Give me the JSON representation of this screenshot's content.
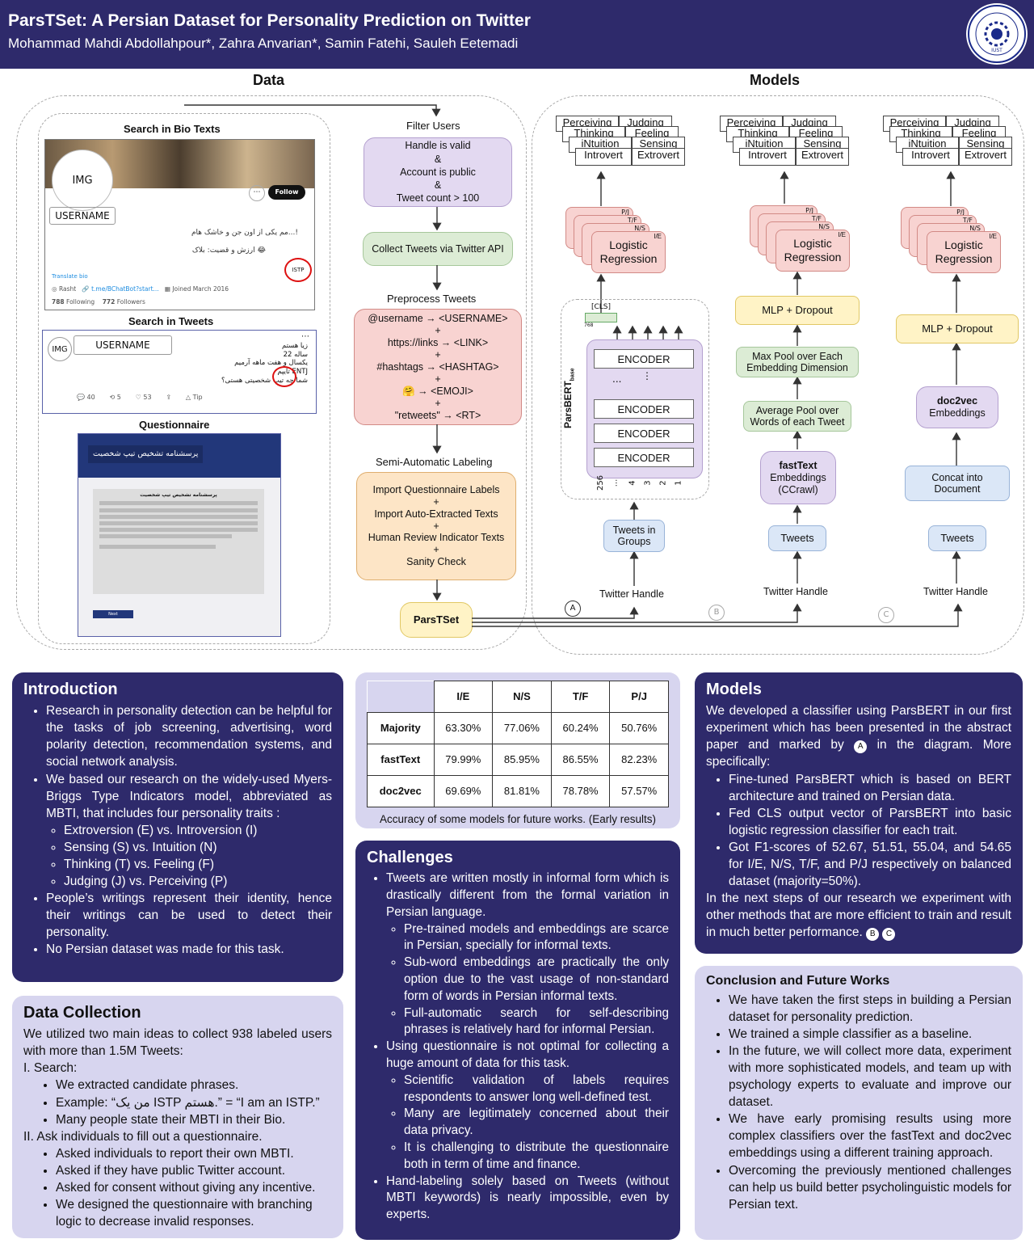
{
  "header": {
    "title": "ParsTSet: A Persian Dataset for Personality Prediction on Twitter",
    "authors": "Mohammad Mahdi Abdollahpour*, Zahra Anvarian*, Samin Fatehi, Sauleh Eetemadi",
    "logo_text": "IUST"
  },
  "diagram": {
    "data_title": "Data",
    "models_title": "Models",
    "search_bio": {
      "title": "Search in Bio Texts",
      "img": "IMG",
      "username": "USERNAME",
      "follow": "Follow",
      "bio_line1": "مم یکی از اون جن و خاشک هام...!",
      "bio_line2": "ارزش و قضیت: بلاک 😂",
      "istp": "ISTP",
      "translate": "Translate bio",
      "location": "Rasht",
      "link": "t.me/BChatBot?start...",
      "joined": "Joined March 2016",
      "following": "788",
      "following_label": "Following",
      "followers": "772",
      "followers_label": "Followers"
    },
    "search_tweets": {
      "title": "Search in Tweets",
      "img": "IMG",
      "username": "USERNAME",
      "line1": "زیا هستم",
      "line2": "22 ساله",
      "line3": "یکسال و هفت ماهه آرمیم",
      "line4": "تایپم ENTJ",
      "line5": "شما چه تیپ شخصیتی هستی؟",
      "entj": "ENTJ",
      "replies": "40",
      "retweets": "5",
      "likes": "53",
      "tip": "Tip"
    },
    "questionnaire": {
      "title": "Questionnaire",
      "header_text": "پرسشنامه تشخیص تیپ شخصیت",
      "inner_title": "پرسشنامه تشخیص تیپ شخصیت",
      "button": "Next"
    },
    "filter_users_title": "Filter Users",
    "filter_box": [
      "Handle is valid",
      "&",
      "Account is public",
      "&",
      "Tweet count > 100"
    ],
    "collect_box": "Collect Tweets via Twitter API",
    "preprocess_title": "Preprocess Tweets",
    "preprocess_box": [
      "@username → <USERNAME>",
      "+",
      "https://links → <LINK>",
      "+",
      "#hashtags → <HASHTAG>",
      "+",
      "🤗 → <EMOJI>",
      "+",
      "\"retweets\" → <RT>"
    ],
    "labeling_title": "Semi-Automatic Labeling",
    "labeling_box": [
      "Import Questionnaire Labels",
      "+",
      "Import Auto-Extracted Texts",
      "+",
      "Human Review Indicator Texts",
      "+",
      "Sanity Check"
    ],
    "parstset": "ParsTSet",
    "traits_back": [
      "Perceiving",
      "Judging",
      "Thinking",
      "Feeling",
      "iNtuition",
      "Sensing"
    ],
    "traits_front": [
      "Introvert",
      "Extrovert"
    ],
    "lr_labels": [
      "P/J",
      "T/F",
      "N/S",
      "I/E"
    ],
    "lr_text": [
      "Logistic",
      "Regression"
    ],
    "model_a": {
      "cls": "[CLS]",
      "dim": "768",
      "parsbert": "ParsBERT",
      "base": "base",
      "encoder": "ENCODER",
      "dots": "...",
      "positions": [
        "256",
        "...",
        "4",
        "3",
        "2",
        "1"
      ],
      "tweets_groups": [
        "Tweets in",
        "Groups"
      ],
      "handle": "Twitter Handle",
      "marker": "A"
    },
    "model_b": {
      "mlp": "MLP + Dropout",
      "maxpool": [
        "Max Pool over Each",
        "Embedding Dimension"
      ],
      "avgpool": [
        "Average Pool over",
        "Words of each Tweet"
      ],
      "fasttext": [
        "fastText",
        "Embeddings",
        "(CCrawl)"
      ],
      "tweets": "Tweets",
      "handle": "Twitter Handle",
      "marker": "B"
    },
    "model_c": {
      "mlp": "MLP + Dropout",
      "doc2vec": [
        "doc2vec",
        "Embeddings"
      ],
      "concat": [
        "Concat into",
        "Document"
      ],
      "tweets": "Tweets",
      "handle": "Twitter Handle",
      "marker": "C"
    }
  },
  "introduction": {
    "title": "Introduction",
    "b1": "Research in personality detection can be helpful for the tasks of job screening, advertising, word polarity detection, recommendation systems, and social network analysis.",
    "b2": "We based our research on the widely-used Myers-Briggs Type Indicators model, abbreviated as MBTI, that includes four personality traits :",
    "traits": [
      "Extroversion (E) vs. Introversion (I)",
      "Sensing (S) vs. Intuition (N)",
      "Thinking (T) vs. Feeling (F)",
      "Judging (J) vs. Perceiving (P)"
    ],
    "b3": "People’s writings represent their identity, hence their writings can be used to detect their personality.",
    "b4": "No Persian dataset was made for this task."
  },
  "data_collection": {
    "title": "Data Collection",
    "intro": "We utilized two main ideas to collect 938 labeled users with more than 1.5M Tweets:",
    "i_label": "I.  Search:",
    "i_items": [
      "We extracted candidate phrases.",
      "Example: “من یک ISTP هستم.” = “I am an ISTP.”",
      "Many people state their MBTI in their Bio."
    ],
    "ii_label": "II. Ask individuals to fill out a questionnaire.",
    "ii_items": [
      "Asked individuals to report their own MBTI.",
      "Asked if they have public Twitter account.",
      "Asked for consent without giving any incentive.",
      "We designed the questionnaire with branching logic to decrease invalid responses."
    ]
  },
  "results_table": {
    "headers": [
      "",
      "I/E",
      "N/S",
      "T/F",
      "P/J"
    ],
    "rows": [
      [
        "Majority",
        "63.30%",
        "77.06%",
        "60.24%",
        "50.76%"
      ],
      [
        "fastText",
        "79.99%",
        "85.95%",
        "86.55%",
        "82.23%"
      ],
      [
        "doc2vec",
        "69.69%",
        "81.81%",
        "78.78%",
        "57.57%"
      ]
    ],
    "caption": "Accuracy of some models for future works. (Early results)"
  },
  "challenges": {
    "title": "Challenges",
    "b1": "Tweets are written mostly in informal form which is drastically different from the formal variation in Persian language.",
    "b1_sub": [
      "Pre-trained models and embeddings are scarce in Persian, specially for informal texts.",
      "Sub-word embeddings are practically the only option due to the vast usage of non-standard form of words in Persian informal texts.",
      "Full-automatic search for self-describing phrases is relatively hard for informal Persian."
    ],
    "b2": "Using questionnaire is not optimal for collecting a huge amount of data for this task.",
    "b2_sub": [
      "Scientific validation of labels requires respondents to answer long well-defined test.",
      "Many are legitimately concerned about their data privacy.",
      "It is challenging to distribute the questionnaire both in term of time and finance."
    ],
    "b3": "Hand-labeling solely based on Tweets (without MBTI keywords) is nearly impossible, even by experts."
  },
  "models_card": {
    "title": "Models",
    "intro_a": "We developed a classifier using ParsBERT in our first experiment which has been presented in the abstract paper and marked by",
    "intro_b": "in the diagram. More specifically:",
    "marker_a": "A",
    "items": [
      "Fine-tuned ParsBERT which is based on BERT architecture and trained on Persian data.",
      "Fed CLS output vector of ParsBERT into basic logistic regression classifier for each trait.",
      "Got F1-scores of 52.67, 51.51, 55.04, and 54.65 for I/E, N/S, T/F, and P/J respectively on balanced dataset (majority=50%)."
    ],
    "outro": "In the next steps of our research we experiment with other methods that are more efficient to train and result in much better performance.",
    "marker_b": "B",
    "marker_c": "C"
  },
  "conclusion": {
    "title": "Conclusion and Future Works",
    "items": [
      "We have taken the first steps in building a Persian dataset for personality prediction.",
      "We trained a simple classifier as a baseline.",
      "In the future, we will collect more data, experiment with more sophisticated models, and team up with psychology experts to evaluate and improve our dataset.",
      "We have early promising results using more complex classifiers over the fastText and doc2vec embeddings using a different training approach.",
      "Overcoming the previously mentioned challenges can help us build better psycholinguistic models for Persian text."
    ]
  }
}
